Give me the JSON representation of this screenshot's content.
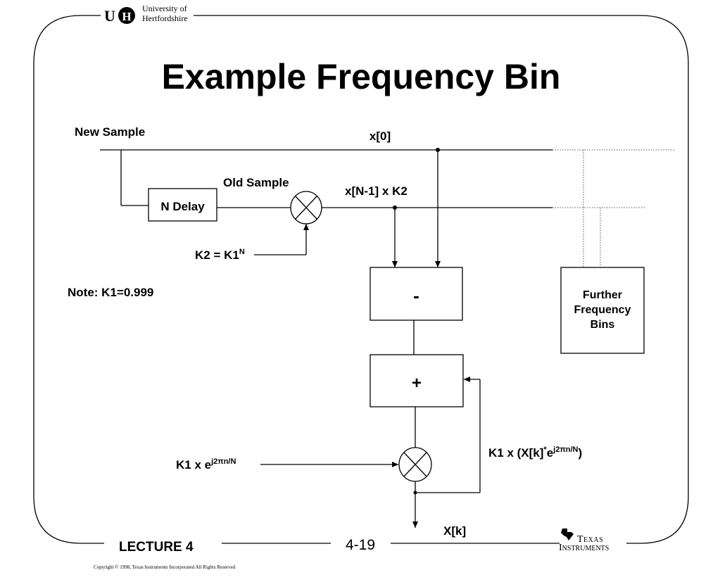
{
  "header": {
    "logo_text": "UH",
    "university_line1": "University of",
    "university_line2": "Hertfordshire"
  },
  "title": "Example Frequency Bin",
  "diagram": {
    "new_sample": "New Sample",
    "x0": "x[0]",
    "old_sample": "Old Sample",
    "xn1_k2": "x[N-1] x K2",
    "n_delay": "N Delay",
    "k2_eq": "K2 = K1",
    "k2_sup": "N",
    "note": "Note:  K1=0.999",
    "minus": "-",
    "plus": "+",
    "further_line1": "Further",
    "further_line2": "Frequency",
    "further_line3": "Bins",
    "k1_exp_base": "K1 x e",
    "k1_exp_sup": "j2πn/N",
    "feedback_pre": "K1 x (X[k]",
    "feedback_star": "*",
    "feedback_mid": "e",
    "feedback_sup": "j2πn/N",
    "feedback_end": ")",
    "output": "X[k]"
  },
  "footer": {
    "lecture": "LECTURE 4",
    "page_number": "4-19",
    "ti_line1": "Texas",
    "ti_line2": "Instruments",
    "copyright": "Copyright  © 1998, Texas Instruments Incorporated   All Rights Reserved"
  }
}
